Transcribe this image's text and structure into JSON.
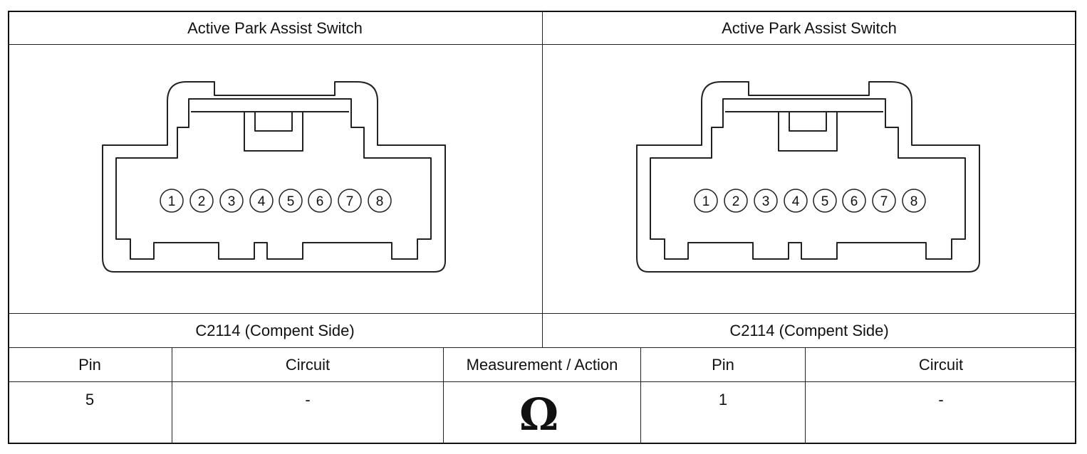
{
  "left_panel": {
    "title": "Active Park Assist Switch",
    "caption": "C2114 (Compent Side)",
    "pins": [
      "1",
      "2",
      "3",
      "4",
      "5",
      "6",
      "7",
      "8"
    ]
  },
  "right_panel": {
    "title": "Active Park Assist Switch",
    "caption": "C2114 (Compent Side)",
    "pins": [
      "1",
      "2",
      "3",
      "4",
      "5",
      "6",
      "7",
      "8"
    ]
  },
  "table": {
    "headers": {
      "pin_a": "Pin",
      "circuit_a": "Circuit",
      "measurement": "Measurement / Action",
      "pin_b": "Pin",
      "circuit_b": "Circuit"
    },
    "row": {
      "pin_a": "5",
      "circuit_a": "-",
      "measurement_symbol": "Ω",
      "measurement_icon": "ohm-icon",
      "pin_b": "1",
      "circuit_b": "-"
    }
  }
}
